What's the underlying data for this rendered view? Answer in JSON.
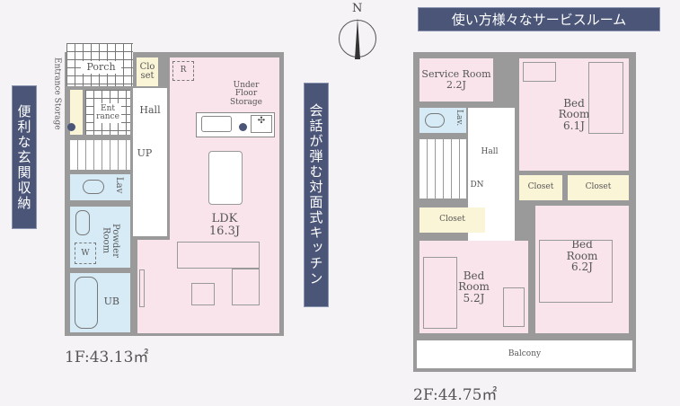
{
  "floor1": {
    "title": "1F:43.13㎡",
    "rooms": {
      "porch": "Porch",
      "closet": "Clo set",
      "entrance": "Ent rance",
      "entrance_storage": "Entrance Storage",
      "hall": "Hall",
      "up": "UP",
      "lav": "Lav",
      "powder": "Powder Room",
      "washer": "W",
      "ub": "UB",
      "ldk": "LDK",
      "ldk_size": "16.3J",
      "underfloor": "Under Floor Storage",
      "fridge": "R"
    },
    "callout_left": "便利な玄関収納",
    "callout_right": "会話が弾む対面式キッチン"
  },
  "floor2": {
    "title": "2F:44.75㎡",
    "rooms": {
      "service": "Service Room",
      "service_size": "2.2J",
      "bed1": "Bed Room",
      "bed1_size": "6.1J",
      "lav": "Lav.",
      "hall": "Hall",
      "dn": "DN",
      "closet": "Closet",
      "bed2": "Bed Room",
      "bed2_size": "5.2J",
      "bed3": "Bed Room",
      "bed3_size": "6.2J",
      "balcony": "Balcony"
    },
    "callout": "使い方様々なサービスルーム"
  },
  "compass": "N"
}
